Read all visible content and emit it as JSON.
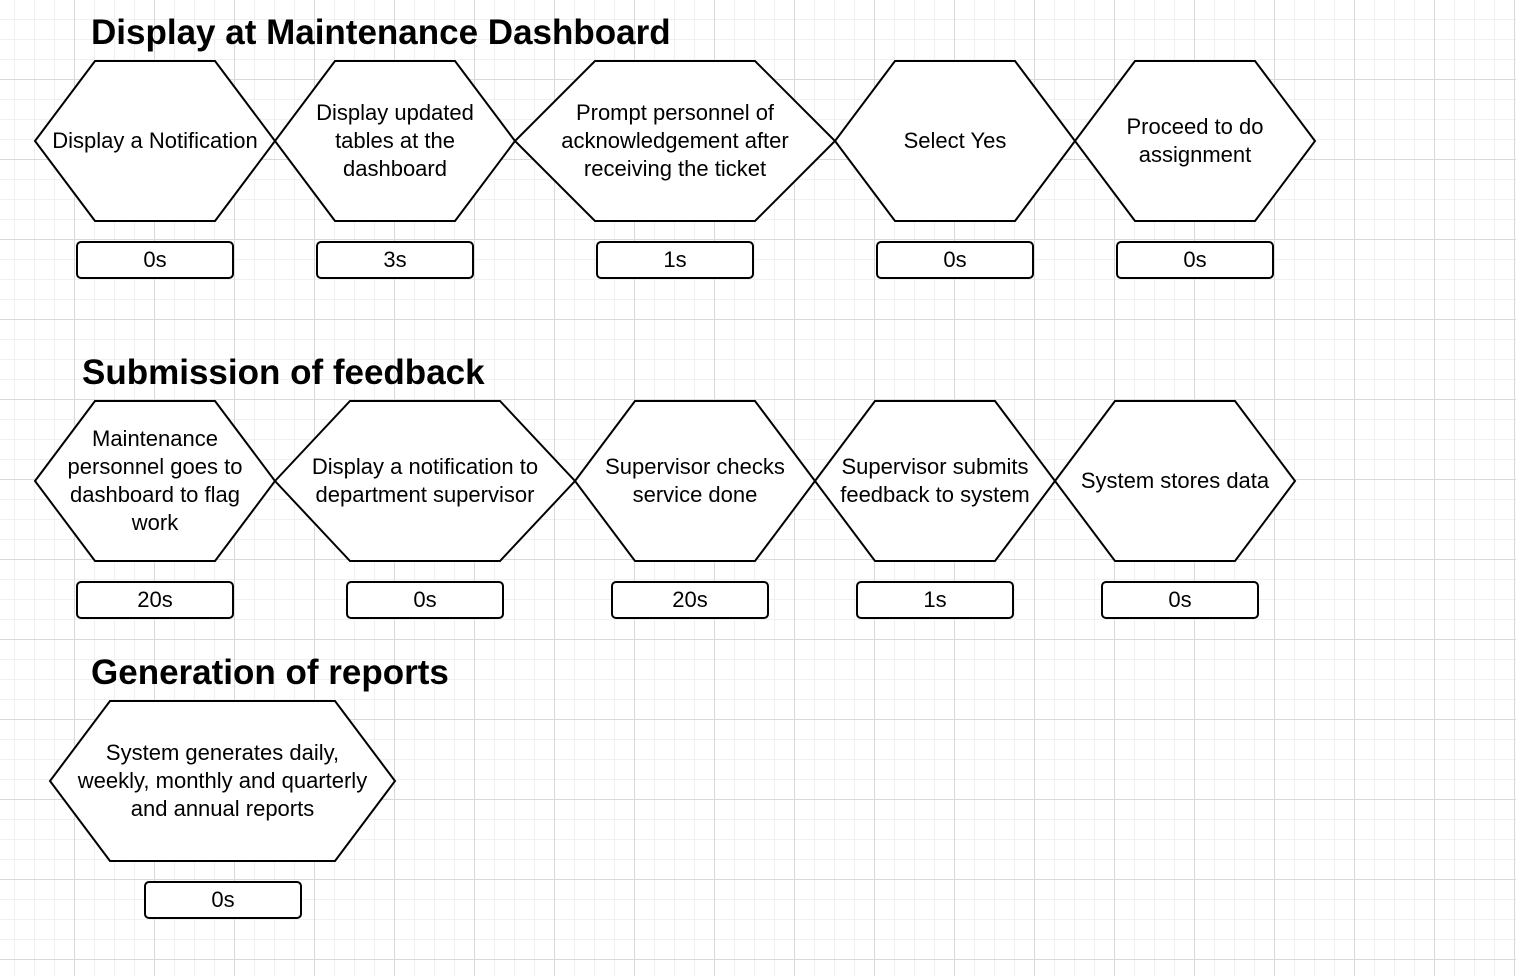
{
  "sections": [
    {
      "title": "Display at Maintenance Dashboard",
      "steps": [
        {
          "label": "Display a Notification",
          "duration": "0s"
        },
        {
          "label": "Display updated\ntables at the\ndashboard",
          "duration": "3s"
        },
        {
          "label": "Prompt personnel of\nacknowledgement after\nreceiving the ticket",
          "duration": "1s"
        },
        {
          "label": "Select Yes",
          "duration": "0s"
        },
        {
          "label": "Proceed to do\nassignment",
          "duration": "0s"
        }
      ]
    },
    {
      "title": "Submission of feedback",
      "steps": [
        {
          "label": "Maintenance\npersonnel goes to\ndashboard to flag\nwork",
          "duration": "20s"
        },
        {
          "label": "Display  a notification to\ndepartment supervisor",
          "duration": "0s"
        },
        {
          "label": "Supervisor checks\nservice done",
          "duration": "20s"
        },
        {
          "label": "Supervisor submits\nfeedback to system",
          "duration": "1s"
        },
        {
          "label": "System stores data",
          "duration": "0s"
        }
      ]
    },
    {
      "title": "Generation of reports",
      "steps": [
        {
          "label": "System generates daily,\nweekly, monthly and quarterly\nand annual reports",
          "duration": "0s"
        }
      ]
    }
  ]
}
